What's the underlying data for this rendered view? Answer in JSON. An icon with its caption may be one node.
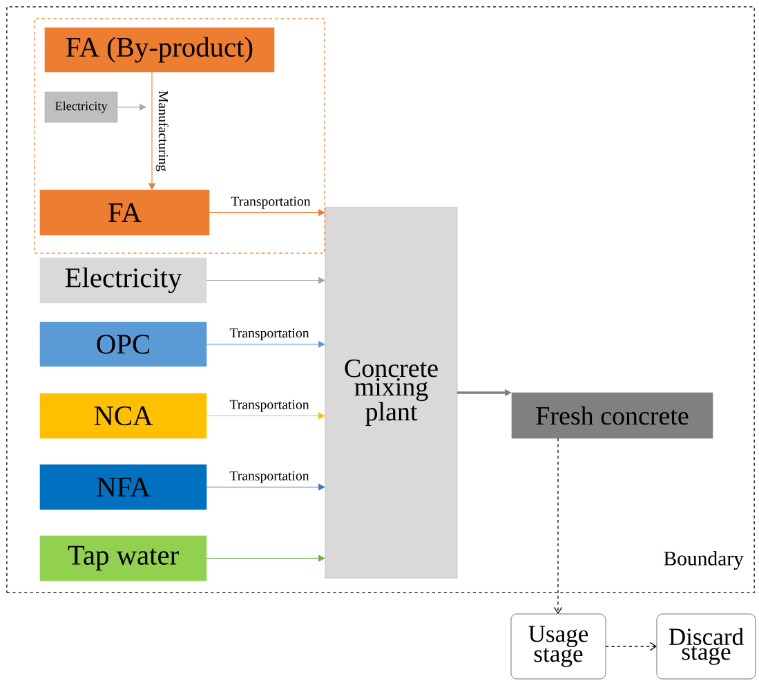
{
  "diagram": {
    "nodes": [
      {
        "text": [
          "Boundary"
        ]
      },
      {
        "text": [],
        "shape": "box",
        "in": 0
      },
      {
        "text": [
          "FA (By-product)"
        ],
        "in": 1
      },
      {
        "text": [
          "Electricity"
        ],
        "in": 1
      },
      {
        "text": [
          "FA"
        ],
        "in": 1
      },
      {
        "text": [
          "Electricity"
        ],
        "in": 0
      },
      {
        "text": [
          "OPC"
        ],
        "in": 0
      },
      {
        "text": [
          "NCA"
        ],
        "in": 0
      },
      {
        "text": [
          "NFA"
        ],
        "in": 0
      },
      {
        "text": [
          "Tap water"
        ],
        "in": 0
      },
      {
        "text": [
          "Concrete mixing plant"
        ],
        "in": 0
      },
      {
        "text": [
          "Fresh concrete"
        ],
        "in": 0
      },
      {
        "text": [
          "Usage stage"
        ]
      },
      {
        "text": [
          "Discard stage"
        ]
      }
    ],
    "edges": [
      {
        "from": 2,
        "to": 4,
        "arrow": "to",
        "label": "Manufacturing",
        "color": "#ed7d31"
      },
      {
        "from": 3,
        "to": null,
        "arrow": "to",
        "color": "#a6a6a6"
      },
      {
        "from": 4,
        "to": 10,
        "arrow": "to",
        "label": "Transportation",
        "color": "#ed7d31"
      },
      {
        "from": 5,
        "to": 10,
        "arrow": "to",
        "color": "#a6a6a6"
      },
      {
        "from": 6,
        "to": 10,
        "arrow": "to",
        "label": "Transportation",
        "color": "#5b9bd5"
      },
      {
        "from": 7,
        "to": 10,
        "arrow": "to",
        "label": "Transportation",
        "color": "#ffc000"
      },
      {
        "from": 8,
        "to": 10,
        "arrow": "to",
        "label": "Transportation",
        "color": "#4472c4"
      },
      {
        "from": 9,
        "to": 10,
        "arrow": "to",
        "color": "#70ad47"
      },
      {
        "from": 10,
        "to": 11,
        "arrow": "to",
        "style": "thick",
        "color": "#808080"
      },
      {
        "from": 11,
        "to": 12,
        "arrow": "to",
        "style": "dashed",
        "color": "#000000"
      },
      {
        "from": 12,
        "to": 13,
        "arrow": "to",
        "style": "dashed",
        "color": "#000000"
      }
    ]
  }
}
